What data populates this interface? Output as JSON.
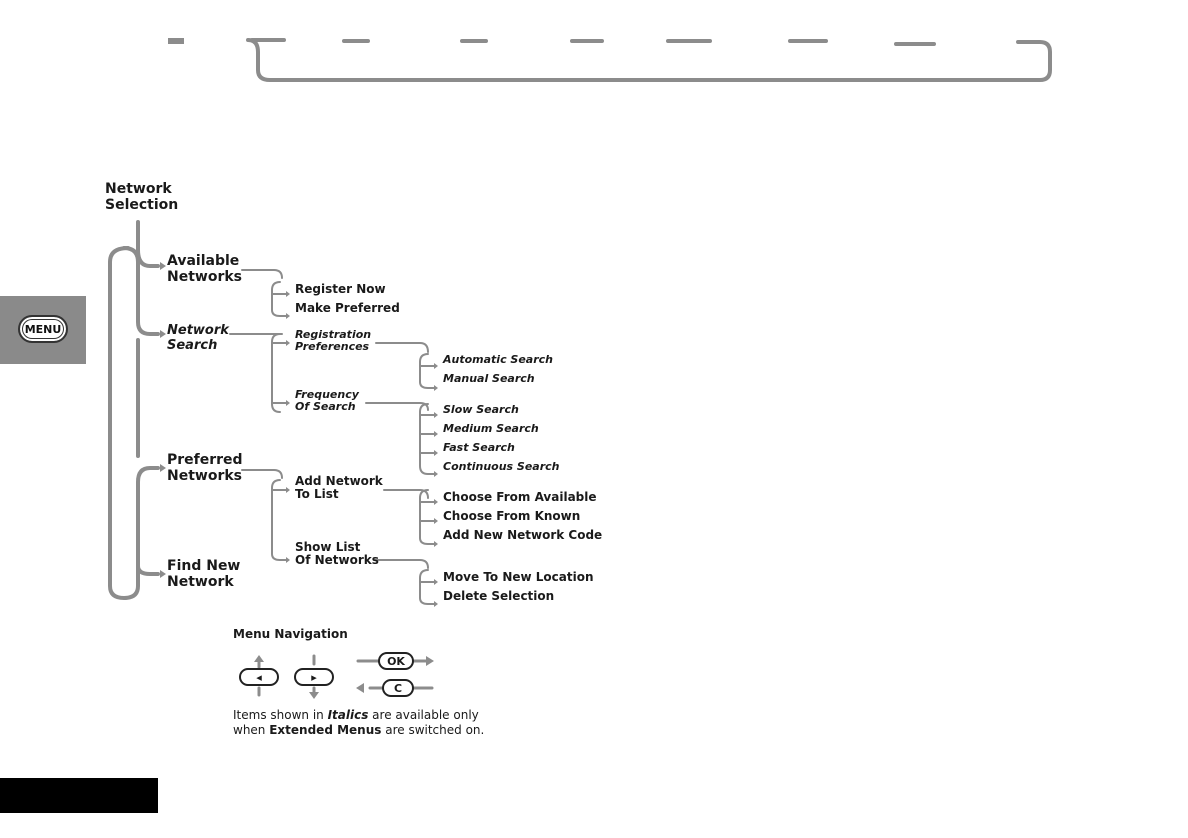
{
  "diagram": {
    "root": {
      "line1": "Network",
      "line2": "Selection"
    },
    "level1": [
      {
        "line1": "Available",
        "line2": "Networks",
        "italic": false
      },
      {
        "line1": "Network",
        "line2": "Search",
        "italic": true
      },
      {
        "line1": "Preferred",
        "line2": "Networks",
        "italic": false
      },
      {
        "line1": "Find New",
        "line2": "Network",
        "italic": false
      }
    ],
    "available_networks": [
      "Register Now",
      "Make Preferred"
    ],
    "network_search": {
      "registration": {
        "line1": "Registration",
        "line2": "Preferences"
      },
      "registration_options": [
        "Automatic Search",
        "Manual Search"
      ],
      "frequency": {
        "line1": "Frequency",
        "line2": "Of Search"
      },
      "frequency_options": [
        "Slow Search",
        "Medium Search",
        "Fast Search",
        "Continuous Search"
      ]
    },
    "preferred_networks": {
      "add": {
        "line1": "Add Network",
        "line2": "To List"
      },
      "add_options": [
        "Choose From Available",
        "Choose From Known",
        "Add New Network Code"
      ],
      "show": {
        "line1": "Show List",
        "line2": "Of Networks"
      },
      "show_options": [
        "Move To New Location",
        "Delete Selection"
      ]
    }
  },
  "side_tab": {
    "button_label": "MENU",
    "color": "#8a8a8a"
  },
  "navigation": {
    "title": "Menu Navigation",
    "ok_label": "OK",
    "c_label": "C",
    "note": {
      "part1": "Items shown in ",
      "part2": "Italics",
      "part3": " are available only",
      "part4": "when ",
      "part5": "Extended Menus",
      "part6": " are switched on."
    }
  },
  "colors": {
    "line": "#8c8c8c",
    "text": "#1a1a1a",
    "tab": "#8a8a8a"
  }
}
